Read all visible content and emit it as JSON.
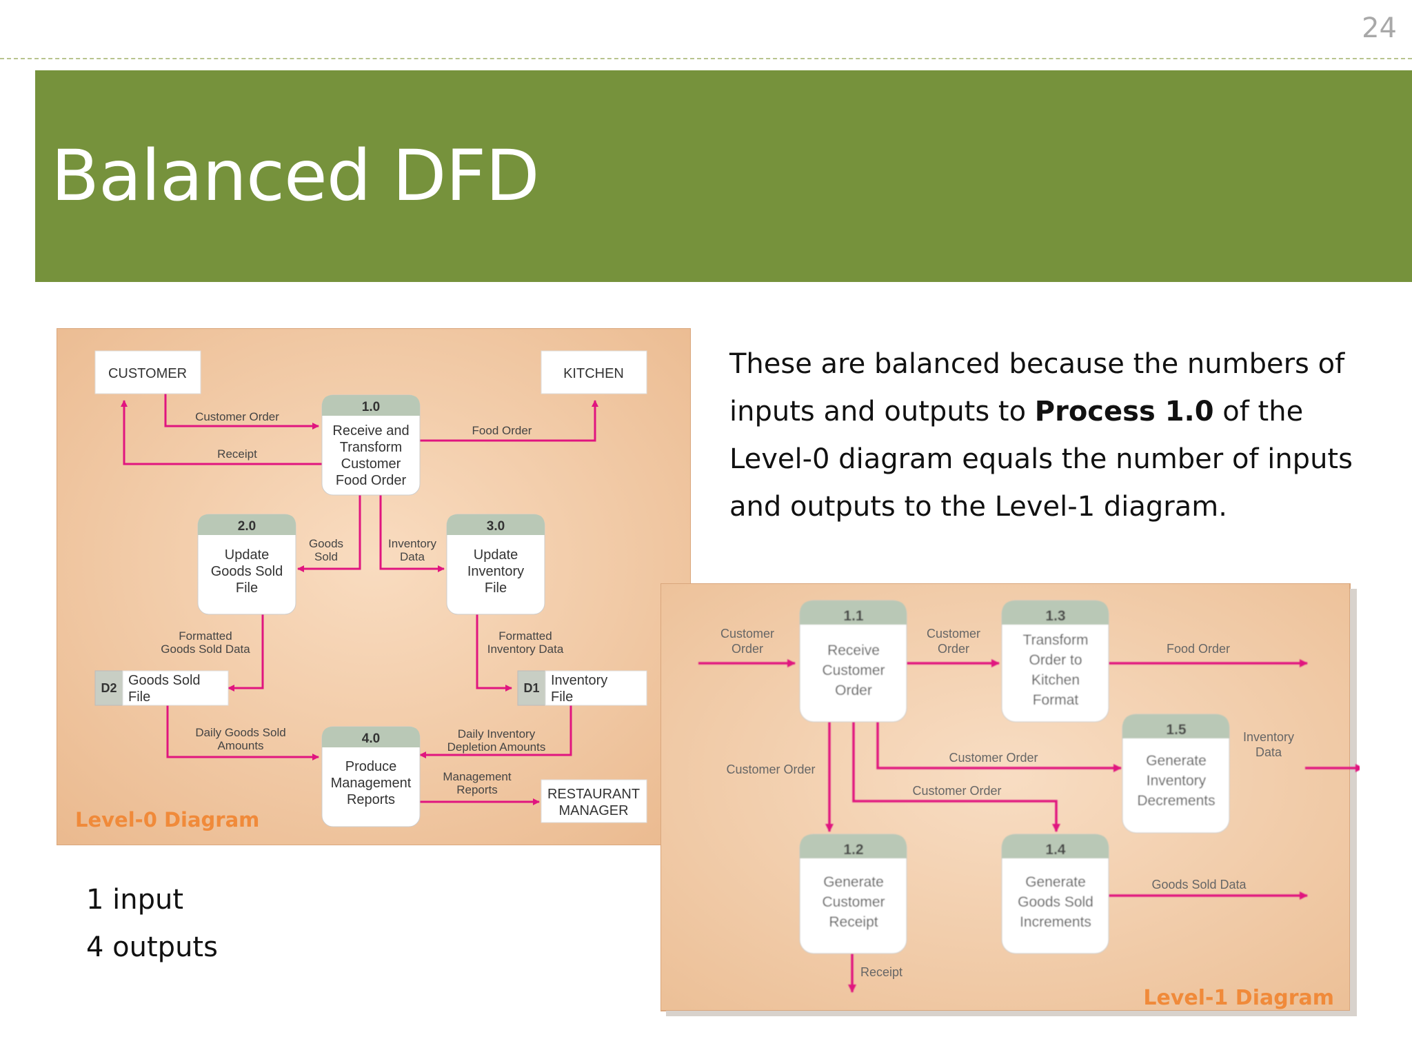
{
  "slide": {
    "number": "24",
    "title": "Balanced DFD",
    "body": {
      "part1": "These are balanced because the numbers of inputs and outputs to ",
      "bold": "Process 1.0",
      "part2": " of the Level-0 diagram equals the number of inputs and outputs to the Level-1 diagram."
    },
    "counts": {
      "inputs": "1 input",
      "outputs": "4 outputs"
    }
  },
  "level0": {
    "label": "Level-0 Diagram",
    "entities": {
      "customer": "CUSTOMER",
      "kitchen": "KITCHEN",
      "manager_line1": "RESTAURANT",
      "manager_line2": "MANAGER"
    },
    "processes": {
      "p1": {
        "id": "1.0",
        "lines": [
          "Receive and",
          "Transform",
          "Customer",
          "Food Order"
        ]
      },
      "p2": {
        "id": "2.0",
        "lines": [
          "Update",
          "Goods Sold",
          "File"
        ]
      },
      "p3": {
        "id": "3.0",
        "lines": [
          "Update",
          "Inventory",
          "File"
        ]
      },
      "p4": {
        "id": "4.0",
        "lines": [
          "Produce",
          "Management",
          "Reports"
        ]
      }
    },
    "stores": {
      "d2": {
        "id": "D2",
        "lines": [
          "Goods Sold",
          "File"
        ]
      },
      "d1": {
        "id": "D1",
        "lines": [
          "Inventory",
          "File"
        ]
      }
    },
    "flows": {
      "customer_order": "Customer Order",
      "receipt": "Receipt",
      "food_order": "Food Order",
      "goods_sold": [
        "Goods",
        "Sold"
      ],
      "inventory_data": [
        "Inventory",
        "Data"
      ],
      "formatted_goods": [
        "Formatted",
        "Goods Sold Data"
      ],
      "formatted_inventory": [
        "Formatted",
        "Inventory Data"
      ],
      "daily_goods": [
        "Daily Goods Sold",
        "Amounts"
      ],
      "daily_inventory": [
        "Daily Inventory",
        "Depletion Amounts"
      ],
      "mgmt_reports": [
        "Management",
        "Reports"
      ]
    }
  },
  "level1": {
    "label": "Level-1 Diagram",
    "processes": {
      "p11": {
        "id": "1.1",
        "lines": [
          "Receive",
          "Customer",
          "Order"
        ]
      },
      "p12": {
        "id": "1.2",
        "lines": [
          "Generate",
          "Customer",
          "Receipt"
        ]
      },
      "p13": {
        "id": "1.3",
        "lines": [
          "Transform",
          "Order to",
          "Kitchen",
          "Format"
        ]
      },
      "p14": {
        "id": "1.4",
        "lines": [
          "Generate",
          "Goods Sold",
          "Increments"
        ]
      },
      "p15": {
        "id": "1.5",
        "lines": [
          "Generate",
          "Inventory",
          "Decrements"
        ]
      }
    },
    "flows": {
      "customer_order_in": [
        "Customer",
        "Order"
      ],
      "customer_order_13": [
        "Customer",
        "Order"
      ],
      "food_order": "Food Order",
      "inventory_data": [
        "Inventory",
        "Data"
      ],
      "customer_order_15": "Customer Order",
      "customer_order_14": "Customer Order",
      "customer_order_12": "Customer Order",
      "goods_sold_data": "Goods Sold Data",
      "receipt": "Receipt"
    }
  }
}
